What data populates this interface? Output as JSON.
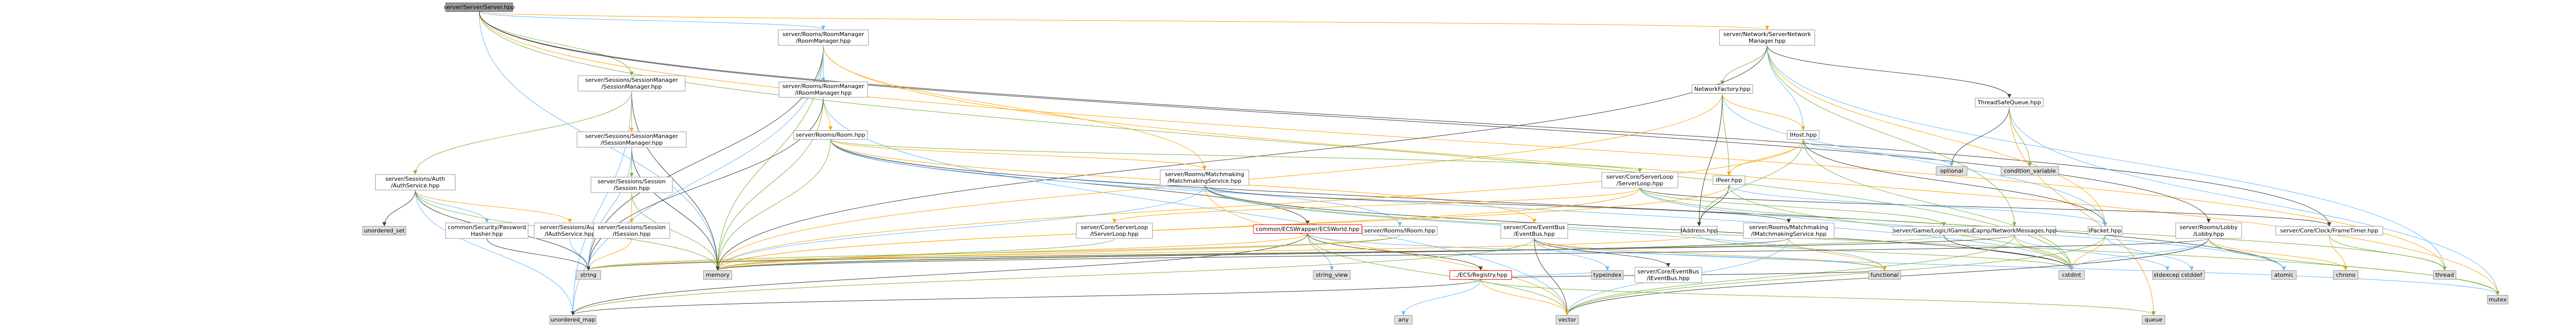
{
  "colors": {
    "edge_blue": "#63b8ff",
    "edge_orange": "#ffa500",
    "edge_green": "#7cb342",
    "edge_dark": "#404040"
  },
  "nodes": [
    {
      "id": "n0",
      "lines": [
        "server/Server/Server.hpp"
      ],
      "kind": "root"
    },
    {
      "id": "n1",
      "lines": [
        "server/Rooms/RoomManager",
        "/RoomManager.hpp"
      ],
      "kind": "file"
    },
    {
      "id": "n2",
      "lines": [
        "server/Network/ServerNetwork",
        "Manager.hpp"
      ],
      "kind": "file"
    },
    {
      "id": "n3",
      "lines": [
        "server/Sessions/SessionManager",
        "/SessionManager.hpp"
      ],
      "kind": "file"
    },
    {
      "id": "n4",
      "lines": [
        "server/Rooms/RoomManager",
        "/IRoomManager.hpp"
      ],
      "kind": "file"
    },
    {
      "id": "n5",
      "lines": [
        "NetworkFactory.hpp"
      ],
      "kind": "file"
    },
    {
      "id": "n6",
      "lines": [
        "ThreadSafeQueue.hpp"
      ],
      "kind": "file"
    },
    {
      "id": "n7",
      "lines": [
        "server/Sessions/SessionManager",
        "/ISessionManager.hpp"
      ],
      "kind": "file"
    },
    {
      "id": "n8",
      "lines": [
        "server/Rooms/Room.hpp"
      ],
      "kind": "file"
    },
    {
      "id": "n9",
      "lines": [
        "IHost.hpp"
      ],
      "kind": "file"
    },
    {
      "id": "n10",
      "lines": [
        "server/Sessions/Auth",
        "/AuthService.hpp"
      ],
      "kind": "file"
    },
    {
      "id": "n11",
      "lines": [
        "server/Sessions/Session",
        "/Session.hpp"
      ],
      "kind": "file"
    },
    {
      "id": "n12",
      "lines": [
        "server/Rooms/Matchmaking",
        "/MatchmakingService.hpp"
      ],
      "kind": "file"
    },
    {
      "id": "n13",
      "lines": [
        "server/Core/ServerLoop",
        "/ServerLoop.hpp"
      ],
      "kind": "file"
    },
    {
      "id": "n14",
      "lines": [
        "IPeer.hpp"
      ],
      "kind": "file"
    },
    {
      "id": "n15",
      "lines": [
        "optional"
      ],
      "kind": "ext"
    },
    {
      "id": "n16",
      "lines": [
        "condition_variable"
      ],
      "kind": "ext"
    },
    {
      "id": "n17",
      "lines": [
        "unordered_set"
      ],
      "kind": "ext"
    },
    {
      "id": "n18",
      "lines": [
        "common/Security/Password",
        "Hasher.hpp"
      ],
      "kind": "file"
    },
    {
      "id": "n19",
      "lines": [
        "server/Sessions/Auth",
        "/IAuthService.hpp"
      ],
      "kind": "file"
    },
    {
      "id": "n20",
      "lines": [
        "server/Sessions/Session",
        "/ISession.hpp"
      ],
      "kind": "file"
    },
    {
      "id": "n21",
      "lines": [
        "server/Core/ServerLoop",
        "/IServerLoop.hpp"
      ],
      "kind": "file"
    },
    {
      "id": "n22",
      "lines": [
        "common/ECSWrapper/ECSWorld.hpp"
      ],
      "kind": "red"
    },
    {
      "id": "n23",
      "lines": [
        "server/Rooms/IRoom.hpp"
      ],
      "kind": "file"
    },
    {
      "id": "n24",
      "lines": [
        "server/Core/EventBus",
        "/EventBus.hpp"
      ],
      "kind": "file"
    },
    {
      "id": "n25",
      "lines": [
        "IAddress.hpp"
      ],
      "kind": "file"
    },
    {
      "id": "n26",
      "lines": [
        "server/Rooms/Matchmaking",
        "/IMatchmakingService.hpp"
      ],
      "kind": "file"
    },
    {
      "id": "n27",
      "lines": [
        "server/Game/Logic/IGameLogic.hpp"
      ],
      "kind": "file"
    },
    {
      "id": "n28",
      "lines": [
        "Capnp/NetworkMessages.hpp"
      ],
      "kind": "file"
    },
    {
      "id": "n29",
      "lines": [
        "IPacket.hpp"
      ],
      "kind": "file"
    },
    {
      "id": "n30",
      "lines": [
        "server/Rooms/Lobby",
        "/Lobby.hpp"
      ],
      "kind": "file"
    },
    {
      "id": "n31",
      "lines": [
        "server/Core/Clock/FrameTimer.hpp"
      ],
      "kind": "file"
    },
    {
      "id": "n32",
      "lines": [
        "string"
      ],
      "kind": "ext"
    },
    {
      "id": "n33",
      "lines": [
        "memory"
      ],
      "kind": "ext"
    },
    {
      "id": "n34",
      "lines": [
        "string_view"
      ],
      "kind": "ext"
    },
    {
      "id": "n35",
      "lines": [
        "../ECS/Registry.hpp"
      ],
      "kind": "red"
    },
    {
      "id": "n36",
      "lines": [
        "typeindex"
      ],
      "kind": "ext"
    },
    {
      "id": "n37",
      "lines": [
        "server/Core/EventBus",
        "/IEventBus.hpp"
      ],
      "kind": "file"
    },
    {
      "id": "n38",
      "lines": [
        "functional"
      ],
      "kind": "ext"
    },
    {
      "id": "n39",
      "lines": [
        "cstdint"
      ],
      "kind": "ext"
    },
    {
      "id": "n40",
      "lines": [
        "stdexcept"
      ],
      "kind": "ext"
    },
    {
      "id": "n41",
      "lines": [
        "cstddef"
      ],
      "kind": "ext"
    },
    {
      "id": "n42",
      "lines": [
        "atomic"
      ],
      "kind": "ext"
    },
    {
      "id": "n43",
      "lines": [
        "chrono"
      ],
      "kind": "ext"
    },
    {
      "id": "n44",
      "lines": [
        "thread"
      ],
      "kind": "ext"
    },
    {
      "id": "n45",
      "lines": [
        "mutex"
      ],
      "kind": "ext"
    },
    {
      "id": "n46",
      "lines": [
        "unordered_map"
      ],
      "kind": "ext"
    },
    {
      "id": "n47",
      "lines": [
        "any"
      ],
      "kind": "ext"
    },
    {
      "id": "n48",
      "lines": [
        "vector"
      ],
      "kind": "ext"
    },
    {
      "id": "n49",
      "lines": [
        "queue"
      ],
      "kind": "ext"
    }
  ],
  "edges": [
    [
      "n0",
      "n1"
    ],
    [
      "n0",
      "n2"
    ],
    [
      "n0",
      "n3"
    ],
    [
      "n0",
      "n31"
    ],
    [
      "n0",
      "n33"
    ],
    [
      "n0",
      "n44"
    ],
    [
      "n0",
      "n39"
    ],
    [
      "n0",
      "n30"
    ],
    [
      "n1",
      "n4"
    ],
    [
      "n1",
      "n12"
    ],
    [
      "n1",
      "n33"
    ],
    [
      "n1",
      "n32"
    ],
    [
      "n1",
      "n46"
    ],
    [
      "n1",
      "n45"
    ],
    [
      "n2",
      "n5"
    ],
    [
      "n2",
      "n6"
    ],
    [
      "n2",
      "n9"
    ],
    [
      "n2",
      "n29"
    ],
    [
      "n2",
      "n28"
    ],
    [
      "n2",
      "n33"
    ],
    [
      "n2",
      "n44"
    ],
    [
      "n3",
      "n7"
    ],
    [
      "n3",
      "n10"
    ],
    [
      "n3",
      "n33"
    ],
    [
      "n3",
      "n46"
    ],
    [
      "n4",
      "n8"
    ],
    [
      "n4",
      "n33"
    ],
    [
      "n4",
      "n32"
    ],
    [
      "n4",
      "n48"
    ],
    [
      "n5",
      "n9"
    ],
    [
      "n5",
      "n14"
    ],
    [
      "n5",
      "n25"
    ],
    [
      "n5",
      "n29"
    ],
    [
      "n5",
      "n33"
    ],
    [
      "n6",
      "n16"
    ],
    [
      "n6",
      "n15"
    ],
    [
      "n6",
      "n45"
    ],
    [
      "n6",
      "n49"
    ],
    [
      "n7",
      "n11"
    ],
    [
      "n7",
      "n33"
    ],
    [
      "n7",
      "n32"
    ],
    [
      "n8",
      "n12"
    ],
    [
      "n8",
      "n13"
    ],
    [
      "n8",
      "n22"
    ],
    [
      "n8",
      "n23"
    ],
    [
      "n8",
      "n24"
    ],
    [
      "n8",
      "n33"
    ],
    [
      "n8",
      "n42"
    ],
    [
      "n8",
      "n39"
    ],
    [
      "n9",
      "n14"
    ],
    [
      "n9",
      "n25"
    ],
    [
      "n9",
      "n29"
    ],
    [
      "n9",
      "n15"
    ],
    [
      "n9",
      "n33"
    ],
    [
      "n9",
      "n39"
    ],
    [
      "n10",
      "n17"
    ],
    [
      "n10",
      "n18"
    ],
    [
      "n10",
      "n19"
    ],
    [
      "n10",
      "n33"
    ],
    [
      "n10",
      "n32"
    ],
    [
      "n10",
      "n46"
    ],
    [
      "n11",
      "n20"
    ],
    [
      "n11",
      "n33"
    ],
    [
      "n12",
      "n26"
    ],
    [
      "n12",
      "n33"
    ],
    [
      "n12",
      "n48"
    ],
    [
      "n12",
      "n45"
    ],
    [
      "n12",
      "n39"
    ],
    [
      "n12",
      "n38"
    ],
    [
      "n13",
      "n21"
    ],
    [
      "n13",
      "n27"
    ],
    [
      "n13",
      "n31"
    ],
    [
      "n13",
      "n42"
    ],
    [
      "n13",
      "n33"
    ],
    [
      "n13",
      "n44"
    ],
    [
      "n14",
      "n25"
    ],
    [
      "n14",
      "n29"
    ],
    [
      "n14",
      "n33"
    ],
    [
      "n14",
      "n39"
    ],
    [
      "n18",
      "n32"
    ],
    [
      "n19",
      "n32"
    ],
    [
      "n20",
      "n32"
    ],
    [
      "n21",
      "n33"
    ],
    [
      "n22",
      "n35"
    ],
    [
      "n22",
      "n34"
    ],
    [
      "n22",
      "n33"
    ],
    [
      "n22",
      "n48"
    ],
    [
      "n22",
      "n46"
    ],
    [
      "n22",
      "n38"
    ],
    [
      "n23",
      "n33"
    ],
    [
      "n23",
      "n32"
    ],
    [
      "n24",
      "n37"
    ],
    [
      "n24",
      "n36"
    ],
    [
      "n24",
      "n38"
    ],
    [
      "n24",
      "n46"
    ],
    [
      "n24",
      "n48"
    ],
    [
      "n24",
      "n45"
    ],
    [
      "n25",
      "n32"
    ],
    [
      "n25",
      "n39"
    ],
    [
      "n26",
      "n33"
    ],
    [
      "n26",
      "n48"
    ],
    [
      "n26",
      "n38"
    ],
    [
      "n27",
      "n33"
    ],
    [
      "n27",
      "n39"
    ],
    [
      "n28",
      "n40"
    ],
    [
      "n28",
      "n39"
    ],
    [
      "n28",
      "n48"
    ],
    [
      "n28",
      "n32"
    ],
    [
      "n29",
      "n41"
    ],
    [
      "n29",
      "n39"
    ],
    [
      "n29",
      "n48"
    ],
    [
      "n30",
      "n33"
    ],
    [
      "n30",
      "n42"
    ],
    [
      "n30",
      "n43"
    ],
    [
      "n30",
      "n45"
    ],
    [
      "n30",
      "n48"
    ],
    [
      "n30",
      "n39"
    ],
    [
      "n31",
      "n43"
    ],
    [
      "n31",
      "n44"
    ],
    [
      "n35",
      "n46"
    ],
    [
      "n35",
      "n47"
    ],
    [
      "n35",
      "n48"
    ],
    [
      "n35",
      "n49"
    ],
    [
      "n35",
      "n38"
    ],
    [
      "n35",
      "n36"
    ]
  ]
}
